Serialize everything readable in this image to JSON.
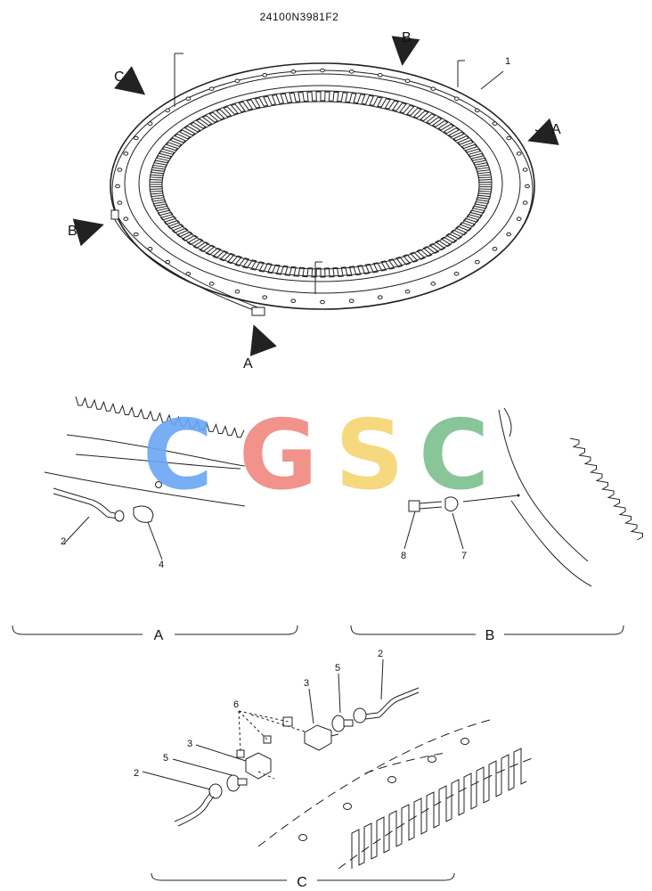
{
  "drawing_code": "24100N3981F2",
  "watermark": {
    "letters": [
      "C",
      "G",
      "S",
      "C"
    ],
    "colors": [
      "#6aa6f2",
      "#f0877f",
      "#f6d571",
      "#7cbf8f"
    ]
  },
  "view_markers": {
    "a_top": "A",
    "a_bottom": "A",
    "b_top": "B",
    "b_left": "B",
    "c_left": "C"
  },
  "part_numbers": {
    "top_ring": "1",
    "a_pipe": "2",
    "a_elbow": "4",
    "b_bolt": "8",
    "b_washer": "7",
    "c_bend_right": "2",
    "c_block_right": "3",
    "c_nipple_right": "5",
    "c_fittings": "6",
    "c_block_left": "3",
    "c_nipple_left": "5",
    "c_bend_left": "2"
  },
  "section_labels": {
    "a": "A",
    "b": "B",
    "c": "C"
  }
}
